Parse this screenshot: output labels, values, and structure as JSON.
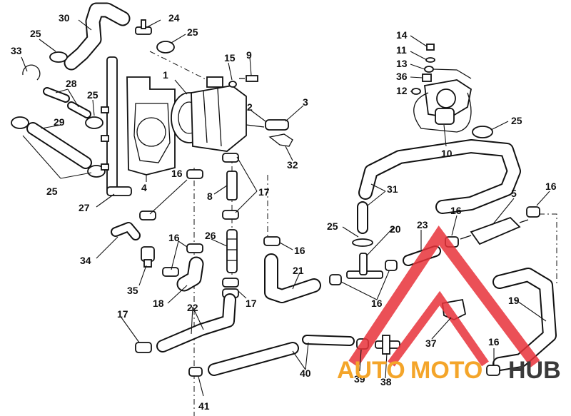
{
  "callouts": [
    {
      "id": "c1",
      "text": "1"
    },
    {
      "id": "c2",
      "text": "2"
    },
    {
      "id": "c3",
      "text": "3"
    },
    {
      "id": "c4",
      "text": "4"
    },
    {
      "id": "c5",
      "text": "5"
    },
    {
      "id": "c8",
      "text": "8"
    },
    {
      "id": "c9",
      "text": "9"
    },
    {
      "id": "c10",
      "text": "10"
    },
    {
      "id": "c11",
      "text": "11"
    },
    {
      "id": "c12",
      "text": "12"
    },
    {
      "id": "c13",
      "text": "13"
    },
    {
      "id": "c14",
      "text": "14"
    },
    {
      "id": "c15",
      "text": "15"
    },
    {
      "id": "c16a",
      "text": "16"
    },
    {
      "id": "c16b",
      "text": "16"
    },
    {
      "id": "c16c",
      "text": "16"
    },
    {
      "id": "c16d",
      "text": "16"
    },
    {
      "id": "c16e",
      "text": "16"
    },
    {
      "id": "c16f",
      "text": "16"
    },
    {
      "id": "c16g",
      "text": "16"
    },
    {
      "id": "c17a",
      "text": "17"
    },
    {
      "id": "c17b",
      "text": "17"
    },
    {
      "id": "c17c",
      "text": "17"
    },
    {
      "id": "c18",
      "text": "18"
    },
    {
      "id": "c19",
      "text": "19"
    },
    {
      "id": "c20",
      "text": "20"
    },
    {
      "id": "c21",
      "text": "21"
    },
    {
      "id": "c22",
      "text": "22"
    },
    {
      "id": "c23",
      "text": "23"
    },
    {
      "id": "c24",
      "text": "24"
    },
    {
      "id": "c25a",
      "text": "25"
    },
    {
      "id": "c25b",
      "text": "25"
    },
    {
      "id": "c25c",
      "text": "25"
    },
    {
      "id": "c25d",
      "text": "25"
    },
    {
      "id": "c25e",
      "text": "25"
    },
    {
      "id": "c25f",
      "text": "25"
    },
    {
      "id": "c26",
      "text": "26"
    },
    {
      "id": "c27",
      "text": "27"
    },
    {
      "id": "c28",
      "text": "28"
    },
    {
      "id": "c29",
      "text": "29"
    },
    {
      "id": "c30",
      "text": "30"
    },
    {
      "id": "c31",
      "text": "31"
    },
    {
      "id": "c32",
      "text": "32"
    },
    {
      "id": "c33",
      "text": "33"
    },
    {
      "id": "c34",
      "text": "34"
    },
    {
      "id": "c35",
      "text": "35"
    },
    {
      "id": "c36",
      "text": "36"
    },
    {
      "id": "c37",
      "text": "37"
    },
    {
      "id": "c38",
      "text": "38"
    },
    {
      "id": "c39",
      "text": "39"
    },
    {
      "id": "c40",
      "text": "40"
    },
    {
      "id": "c41",
      "text": "41"
    }
  ],
  "watermark": {
    "word_auto": "AUTO",
    "word_moto": "MOTO",
    "word_hub": "HUB",
    "color_auto": "#f4a52a",
    "color_moto": "#f4a52a",
    "color_hub": "#3a3a3a",
    "triangle_color": "#e8323a"
  }
}
